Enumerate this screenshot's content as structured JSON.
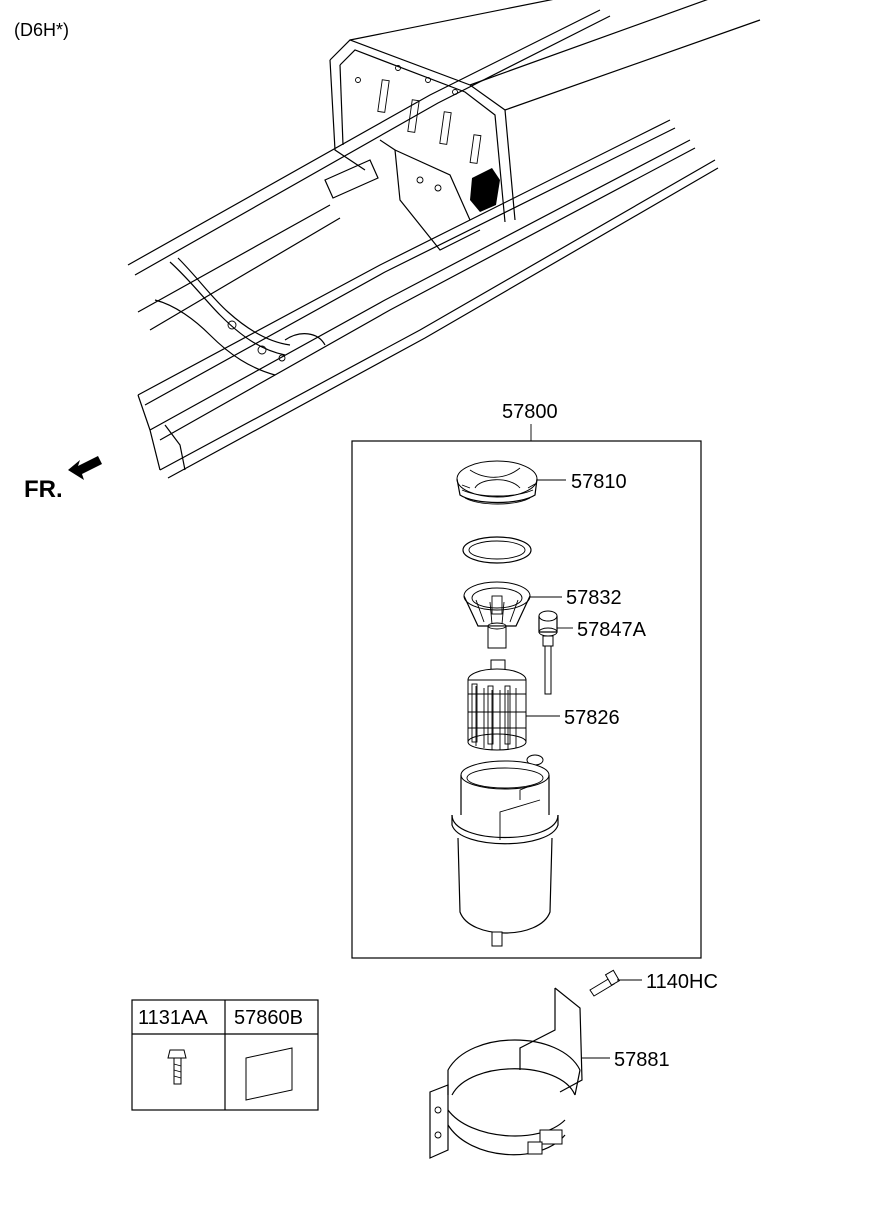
{
  "header": {
    "variant_code": "(D6H*)"
  },
  "direction": {
    "label": "FR."
  },
  "assembly": {
    "part_number": "57800"
  },
  "parts": {
    "cap": "57810",
    "inner_element": "57832",
    "sensor": "57847A",
    "filter": "57826",
    "bolt": "1140HC",
    "bracket": "57881"
  },
  "legend_table": {
    "columns": [
      "1131AA",
      "57860B"
    ]
  }
}
